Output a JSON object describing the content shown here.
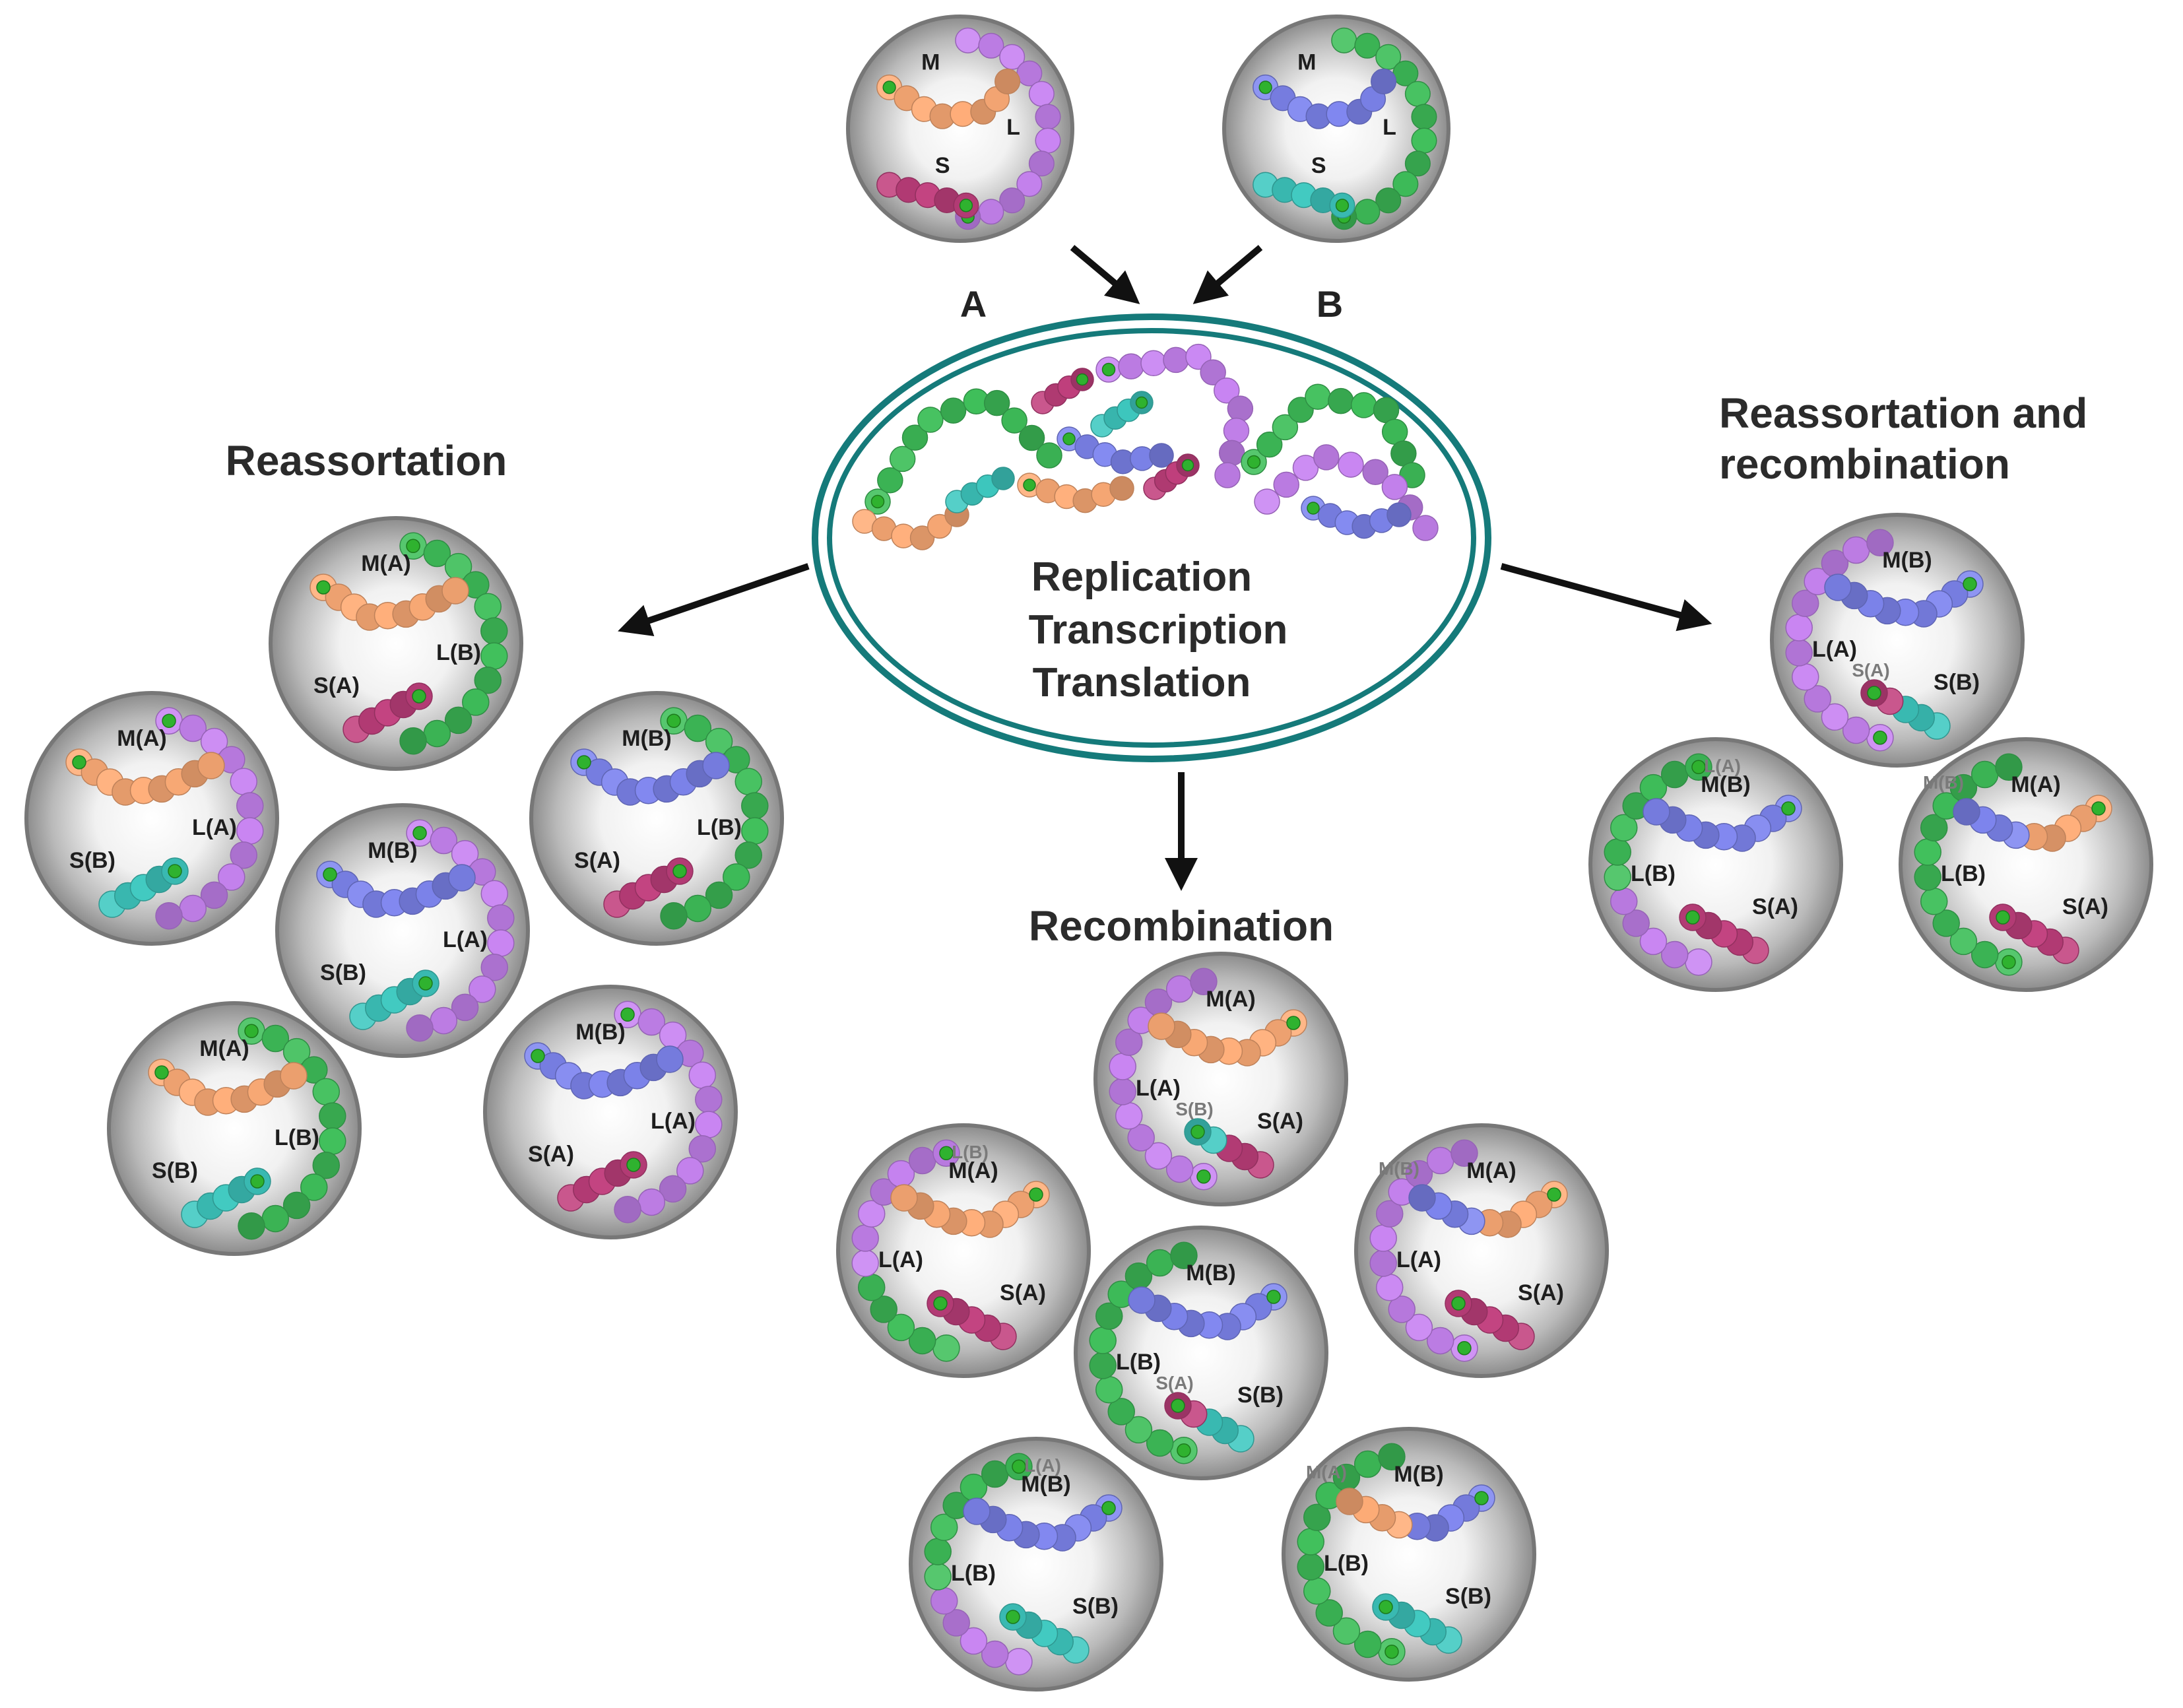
{
  "colors": {
    "L_A": "#c884f2",
    "L_B": "#3fbf5a",
    "M_A": "#ffad78",
    "M_B": "#7f86f0",
    "S_A": "#c2407e",
    "S_B": "#3ec9c0",
    "cap": "#2fb22f",
    "cell_ring": "#157a7a",
    "virion_rim": "#777777",
    "arrow": "#111111"
  },
  "parents": {
    "A": {
      "label": "A",
      "segments": {
        "M": "M",
        "L": "L",
        "S": "S"
      }
    },
    "B": {
      "label": "B",
      "segments": {
        "M": "M",
        "L": "L",
        "S": "S"
      }
    }
  },
  "cell": {
    "lines": [
      "Replication",
      "Transcription",
      "Translation"
    ]
  },
  "groups": {
    "reassortation": {
      "title": "Reassortation",
      "virions": [
        {
          "L": "L(B)",
          "M": "M(A)",
          "S": "S(A)"
        },
        {
          "L": "L(A)",
          "M": "M(A)",
          "S": "S(B)"
        },
        {
          "L": "L(B)",
          "M": "M(B)",
          "S": "S(A)"
        },
        {
          "L": "L(A)",
          "M": "M(B)",
          "S": "S(B)"
        },
        {
          "L": "L(B)",
          "M": "M(A)",
          "S": "S(B)"
        },
        {
          "L": "L(A)",
          "M": "M(B)",
          "S": "S(A)"
        }
      ]
    },
    "recombination": {
      "title": "Recombination",
      "virions": [
        {
          "L": "L(A)",
          "M": "M(A)",
          "S": "S(A)",
          "extra": "S(B)"
        },
        {
          "L": "L(A)",
          "M": "M(A)",
          "S": "S(A)",
          "extra": "L(B)"
        },
        {
          "L": "L(A)",
          "M": "M(A)",
          "S": "S(A)",
          "extra": "M(B)"
        },
        {
          "L": "L(B)",
          "M": "M(B)",
          "S": "S(B)",
          "extra": "S(A)"
        },
        {
          "L": "L(B)",
          "M": "M(B)",
          "S": "S(B)",
          "extra": "L(A)"
        },
        {
          "L": "L(B)",
          "M": "M(B)",
          "S": "S(B)",
          "extra": "M(A)"
        }
      ]
    },
    "reassort_recomb": {
      "title_line1": "Reassortation and",
      "title_line2": "recombination",
      "virions": [
        {
          "L": "L(A)",
          "M": "M(B)",
          "S": "S(B)",
          "extra": "S(A)"
        },
        {
          "L": "L(B)",
          "M": "M(B)",
          "S": "S(A)",
          "extra": "L(A)"
        },
        {
          "L": "L(B)",
          "M": "M(A)",
          "S": "S(A)",
          "extra": "M(B)"
        }
      ]
    }
  }
}
